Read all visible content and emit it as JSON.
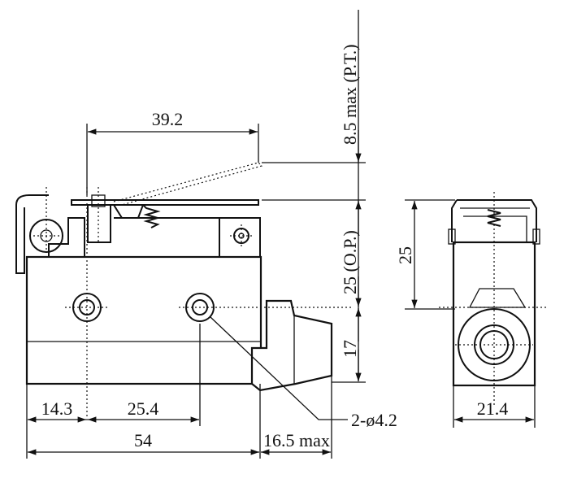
{
  "drawing": {
    "dimensions": {
      "lever_length": "39.2",
      "pretravel": "8.5 max (P.T.)",
      "operating_position": "25 (O.P.)",
      "mount_height": "17",
      "left_offset": "14.3",
      "hole_pitch": "25.4",
      "body_length": "54",
      "bushing_length": "16.5 max",
      "hole_callout": "2-ø4.2",
      "side_height": "25",
      "side_width": "21.4"
    }
  }
}
